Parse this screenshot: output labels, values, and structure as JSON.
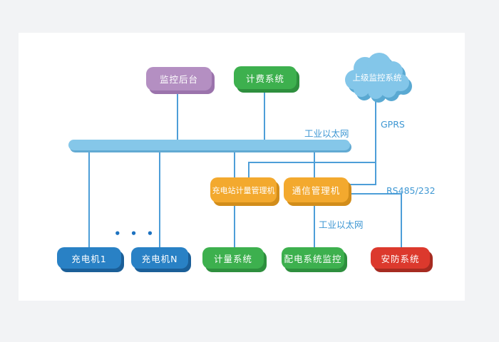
{
  "diagram": {
    "title_hint": "charging-station-monitoring-architecture",
    "nodes": {
      "monitor_backend": {
        "label": "监控后台",
        "color": "#b48fc2"
      },
      "billing_system": {
        "label": "计费系统",
        "color": "#3db04e"
      },
      "upper_monitor_system": {
        "label": "上级监控系统",
        "color": "#83c6e9"
      },
      "metering_manager": {
        "label": "充电站计量管理机",
        "color": "#f3a92e"
      },
      "comm_manager": {
        "label": "通信管理机",
        "color": "#f3a92e"
      },
      "charger_1": {
        "label": "充电机1",
        "color": "#2981c5"
      },
      "charger_n": {
        "label": "充电机N",
        "color": "#2981c5"
      },
      "metering_system": {
        "label": "计量系统",
        "color": "#3db04e"
      },
      "distribution_monitor": {
        "label": "配电系统监控",
        "color": "#3db04e"
      },
      "security_system": {
        "label": "安防系统",
        "color": "#dc392d"
      }
    },
    "labels": {
      "ethernet_top": "工业以太网",
      "gprs": "GPRS",
      "rs485": "RS485/232",
      "ethernet_mid": "工业以太网",
      "ellipsis": "• • •"
    },
    "colors": {
      "line": "#4d9ed8",
      "label_text": "#3e97d3",
      "bus_bar": "#85c7e9",
      "node_text": "#ffffff",
      "page_background": "#f2f3f5",
      "panel_background": "#ffffff"
    }
  }
}
